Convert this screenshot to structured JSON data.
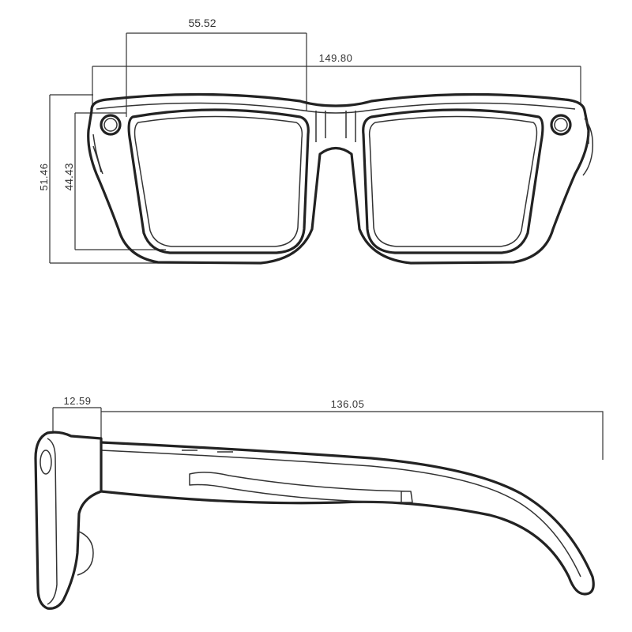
{
  "front_view": {
    "lens_width": "55.52",
    "total_width": "149.80",
    "frame_height": "51.46",
    "lens_height": "44.43"
  },
  "side_view": {
    "front_depth": "12.59",
    "temple_length": "136.05"
  }
}
